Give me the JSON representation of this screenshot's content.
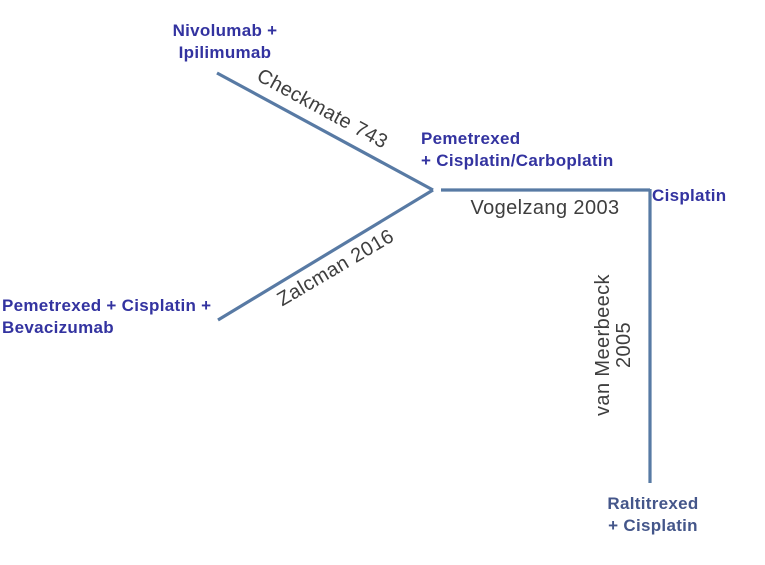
{
  "diagram": {
    "type": "evidence-network",
    "nodes": {
      "nivolumab_ipilimumab": {
        "line1": "Nivolumab +",
        "line2": "Ipilimumab"
      },
      "pemetrexed_cisplatin_carboplatin": {
        "line1": "Pemetrexed",
        "line2": "+ Cisplatin/Carboplatin"
      },
      "cisplatin": {
        "line1": "Cisplatin"
      },
      "pemetrexed_cisplatin_bevacizumab": {
        "line1": "Pemetrexed + Cisplatin +",
        "line2": "Bevacizumab"
      },
      "raltitrexed_cisplatin": {
        "line1": "Raltitrexed",
        "line2": "+ Cisplatin"
      }
    },
    "studies": {
      "checkmate_743": {
        "label": "Checkmate 743"
      },
      "zalcman_2016": {
        "label": "Zalcman 2016"
      },
      "vogelzang_2003": {
        "label": "Vogelzang 2003"
      },
      "van_meerbeeck_2005": {
        "line1": "van Meerbeeck",
        "line2": "2005"
      }
    },
    "edges": [
      {
        "from": "Nivolumab + Ipilimumab",
        "to": "Pemetrexed + Cisplatin/Carboplatin",
        "study": "Checkmate 743"
      },
      {
        "from": "Pemetrexed + Cisplatin + Bevacizumab",
        "to": "Pemetrexed + Cisplatin/Carboplatin",
        "study": "Zalcman 2016"
      },
      {
        "from": "Pemetrexed + Cisplatin/Carboplatin",
        "to": "Cisplatin",
        "study": "Vogelzang 2003"
      },
      {
        "from": "Cisplatin",
        "to": "Raltitrexed + Cisplatin",
        "study": "van Meerbeeck 2005"
      }
    ],
    "colors": {
      "background": "#ffffff",
      "node_label": "#3333a0",
      "node_label_muted": "#44568a",
      "edge_line": "#587aa4",
      "study_label": "#3e3e3e"
    }
  }
}
